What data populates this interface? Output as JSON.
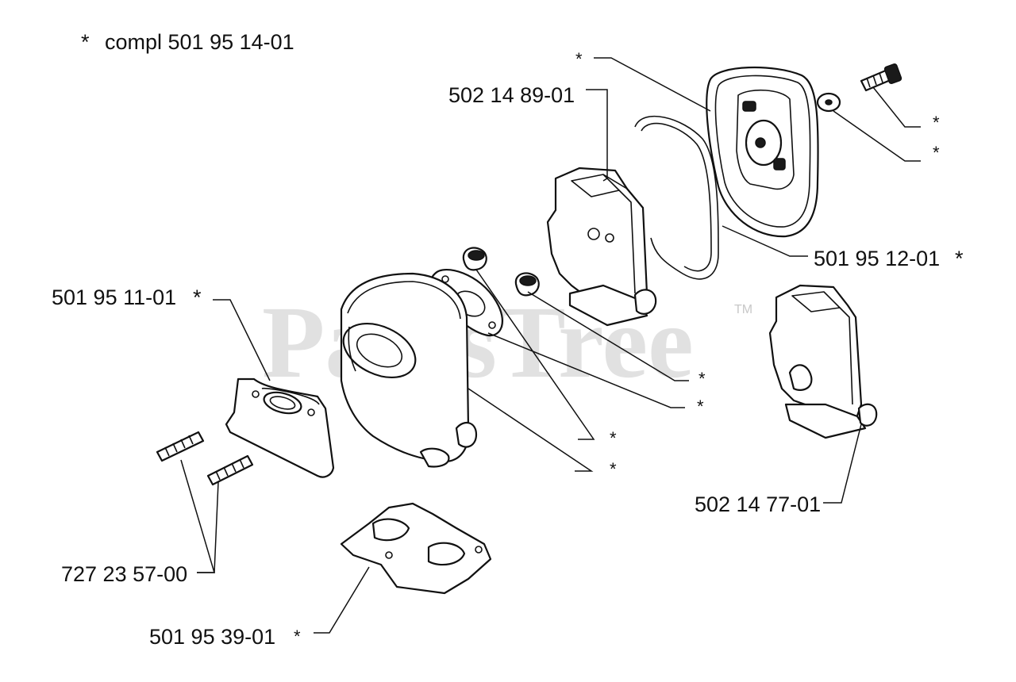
{
  "watermark": {
    "text": "PartsTree",
    "tm": "TM"
  },
  "header": {
    "star": "*",
    "text": "compl 501 95 14-01"
  },
  "callouts": {
    "c_502148901": "502 14 89-01",
    "c_501951201": "501 95 12-01",
    "c_501951101": "501 95 11-01",
    "c_502147701": "502 14 77-01",
    "c_727235700": "727 23 57-00",
    "c_501953901": "501 95 39-01",
    "star": "*"
  }
}
